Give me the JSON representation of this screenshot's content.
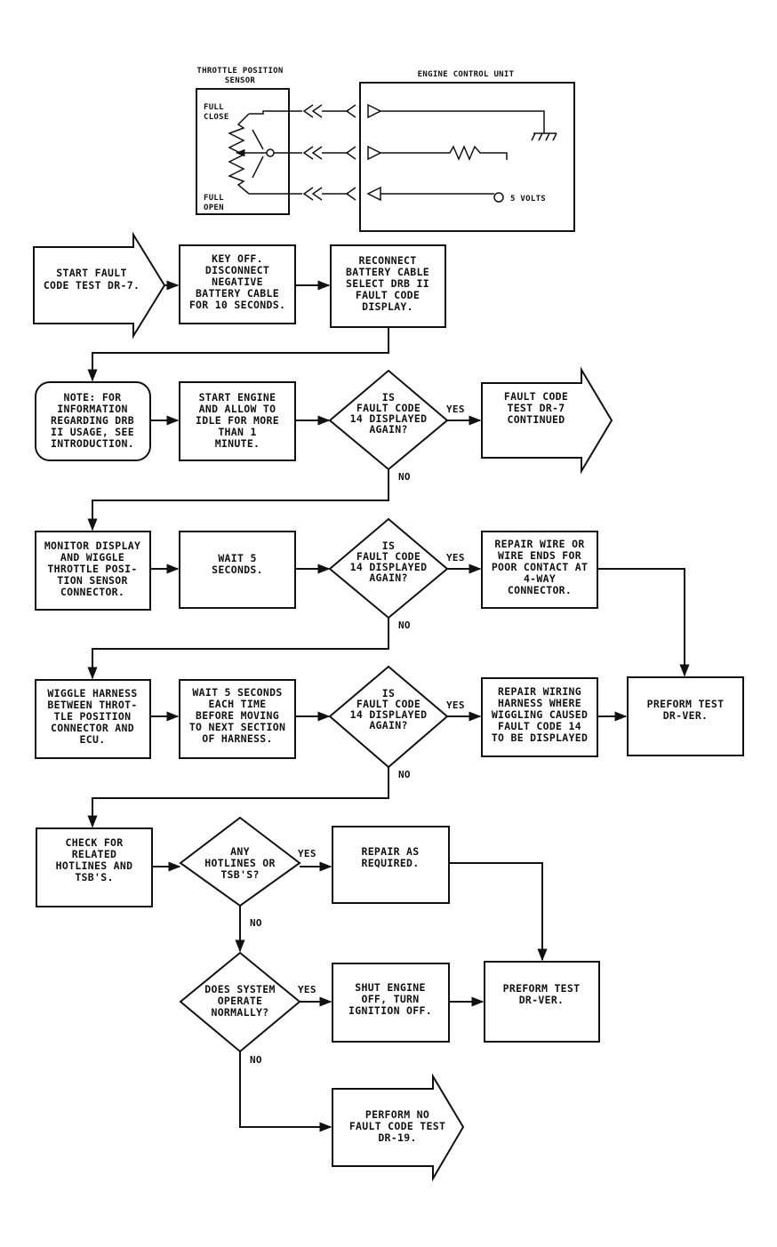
{
  "circuit": {
    "sensor_title": [
      "THROTTLE POSITION",
      "SENSOR"
    ],
    "ecu_title": "ENGINE CONTROL UNIT",
    "full_close": [
      "FULL",
      "CLOSE"
    ],
    "full_open": [
      "FULL",
      "OPEN"
    ],
    "volts": "5 VOLTS"
  },
  "nodes": {
    "start": [
      "START FAULT",
      "CODE TEST DR-7."
    ],
    "key_off": [
      "KEY OFF.",
      "DISCONNECT",
      "NEGATIVE",
      "BATTERY CABLE",
      "FOR 10 SECONDS."
    ],
    "reconnect": [
      "RECONNECT",
      "BATTERY CABLE",
      "SELECT DRB II",
      "FAULT CODE",
      "DISPLAY."
    ],
    "note": [
      "NOTE: FOR",
      "INFORMATION",
      "REGARDING DRB",
      "II USAGE, SEE",
      "INTRODUCTION."
    ],
    "start_engine": [
      "START ENGINE",
      "AND ALLOW TO",
      "IDLE FOR MORE",
      "THAN 1",
      "MINUTE."
    ],
    "decision1": [
      "IS",
      "FAULT CODE",
      "14 DISPLAYED",
      "AGAIN?"
    ],
    "continued": [
      "FAULT CODE",
      "TEST DR-7",
      "CONTINUED"
    ],
    "monitor": [
      "MONITOR DISPLAY",
      "AND WIGGLE",
      "THROTTLE POSI-",
      "TION SENSOR",
      "CONNECTOR."
    ],
    "wait5": [
      "WAIT 5",
      "SECONDS."
    ],
    "decision2": [
      "IS",
      "FAULT CODE",
      "14 DISPLAYED",
      "AGAIN?"
    ],
    "repair_wire": [
      "REPAIR WIRE OR",
      "WIRE ENDS FOR",
      "POOR CONTACT AT",
      "4-WAY",
      "CONNECTOR."
    ],
    "wiggle": [
      "WIGGLE HARNESS",
      "BETWEEN THROT-",
      "TLE POSITION",
      "CONNECTOR AND",
      "ECU."
    ],
    "wait_each": [
      "WAIT 5 SECONDS",
      "EACH TIME",
      "BEFORE MOVING",
      "TO NEXT SECTION",
      "OF HARNESS."
    ],
    "decision3": [
      "IS",
      "FAULT CODE",
      "14 DISPLAYED",
      "AGAIN?"
    ],
    "repair_wiring": [
      "REPAIR WIRING",
      "HARNESS WHERE",
      "WIGGLING CAUSED",
      "FAULT CODE 14",
      "TO BE DISPLAYED"
    ],
    "perform1": [
      "PREFORM TEST",
      "DR-VER."
    ],
    "check": [
      "CHECK FOR",
      "RELATED",
      "HOTLINES AND",
      "TSB'S."
    ],
    "decision4": [
      "ANY",
      "HOTLINES OR",
      "TSB'S?"
    ],
    "repair_req": [
      "REPAIR AS",
      "REQUIRED."
    ],
    "decision5": [
      "DOES SYSTEM",
      "OPERATE",
      "NORMALLY?"
    ],
    "shut": [
      "SHUT ENGINE",
      "OFF, TURN",
      "IGNITION OFF."
    ],
    "perform2": [
      "PREFORM TEST",
      "DR-VER."
    ],
    "perform_no": [
      "PERFORM NO",
      "FAULT CODE TEST",
      "DR-19."
    ]
  },
  "edges": {
    "yes": "YES",
    "no": "NO"
  }
}
